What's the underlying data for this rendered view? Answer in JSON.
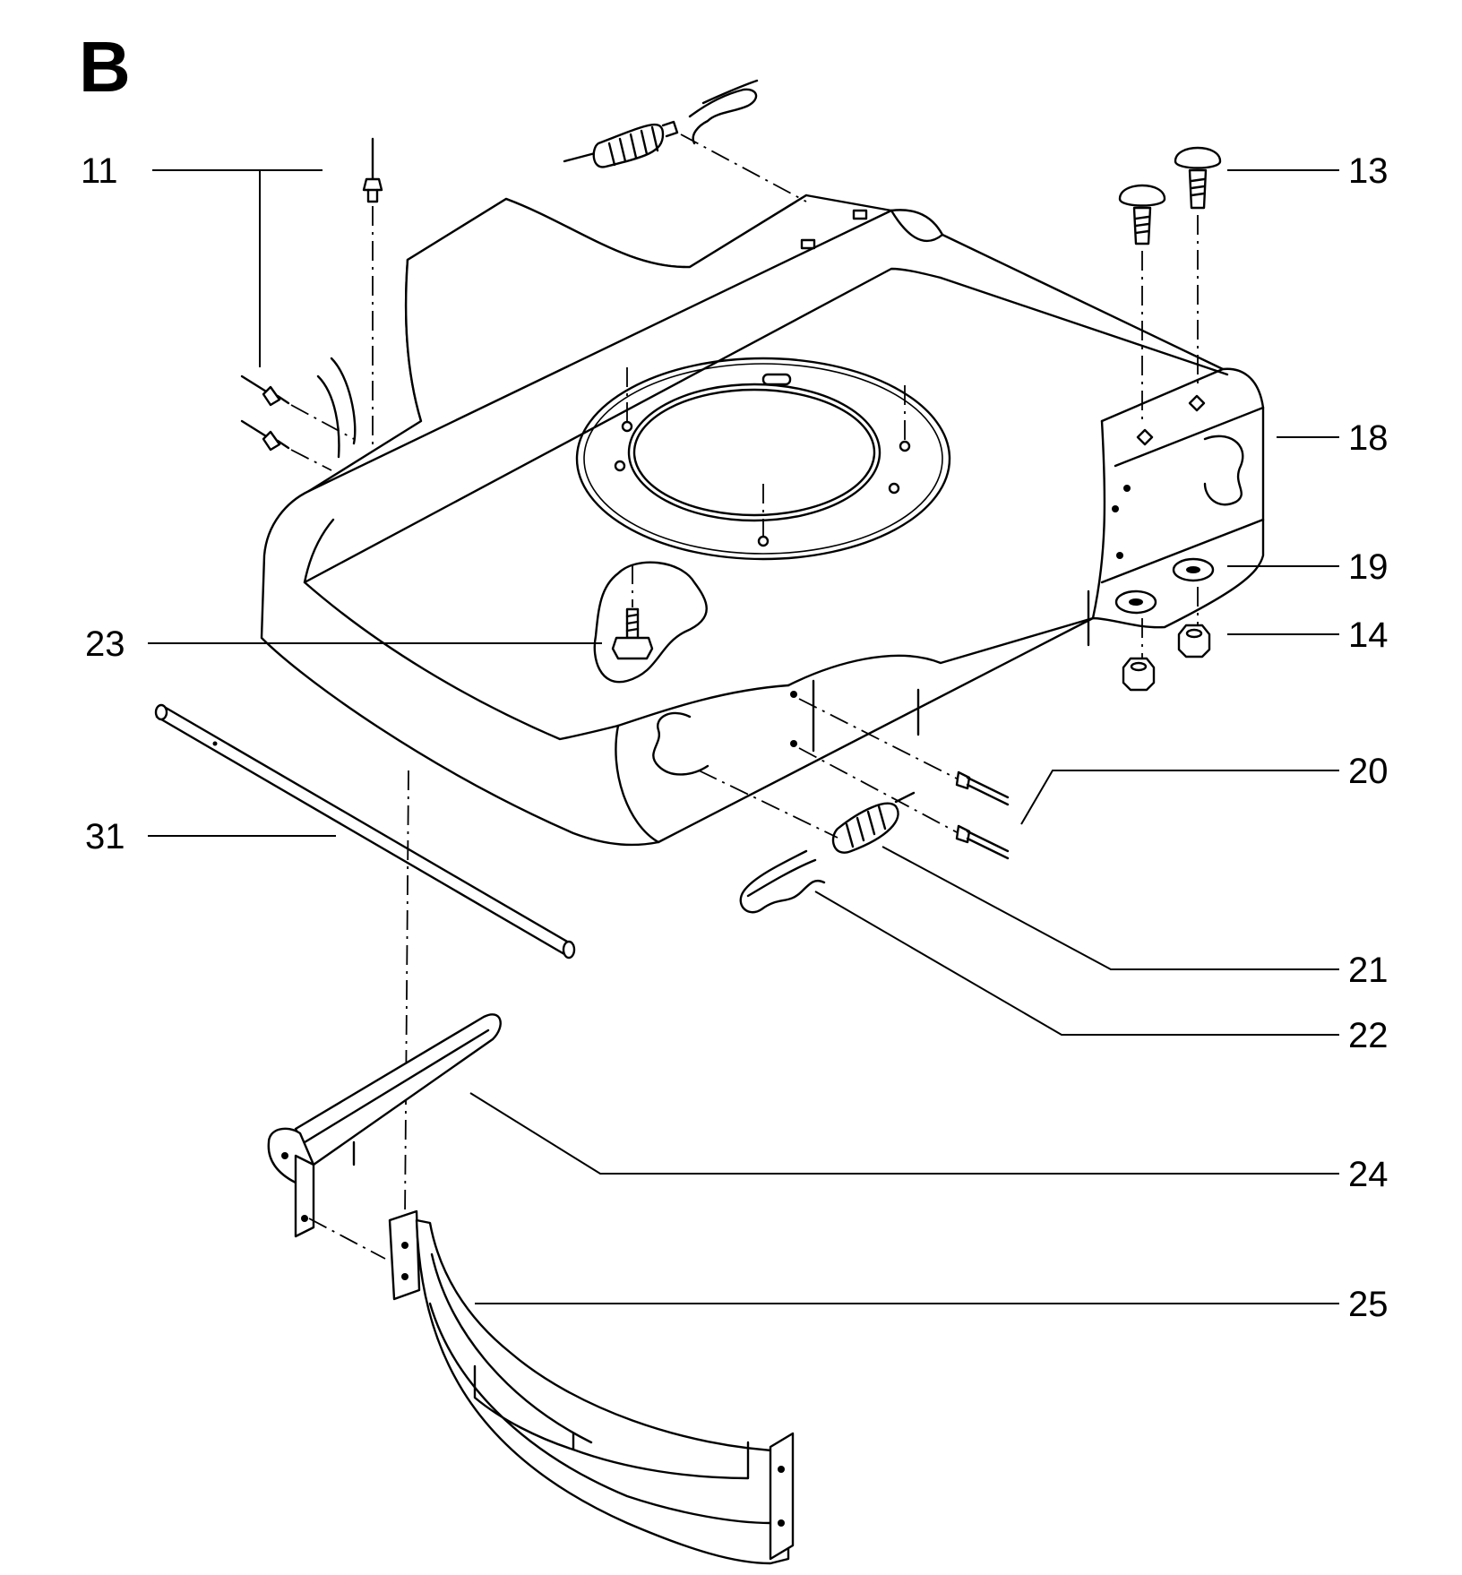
{
  "section_letter": "B",
  "callouts": {
    "c11": "11",
    "c13": "13",
    "c18": "18",
    "c19": "19",
    "c14": "14",
    "c23": "23",
    "c20": "20",
    "c31": "31",
    "c21": "21",
    "c22": "22",
    "c24": "24",
    "c25": "25"
  }
}
